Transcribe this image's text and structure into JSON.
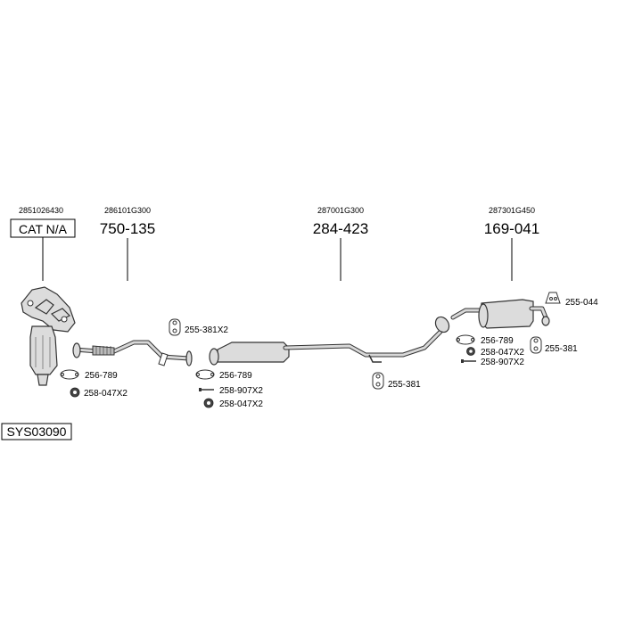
{
  "diagram_id": "SYS03090",
  "assemblies": [
    {
      "oem": "2851026430",
      "part": "CAT N/A"
    },
    {
      "oem": "286101G300",
      "part": "750-135"
    },
    {
      "oem": "287001G300",
      "part": "284-423"
    },
    {
      "oem": "287301G450",
      "part": "169-041"
    }
  ],
  "hardware": {
    "h1": "256-789",
    "h2": "258-047X2",
    "h3": "255-381X2",
    "h4": "256-789",
    "h5": "258-907X2",
    "h6": "258-047X2",
    "h7": "255-381",
    "h8": "255-044",
    "h9": "256-789",
    "h10": "258-047X2",
    "h11": "258-907X2",
    "h12": "255-381"
  }
}
